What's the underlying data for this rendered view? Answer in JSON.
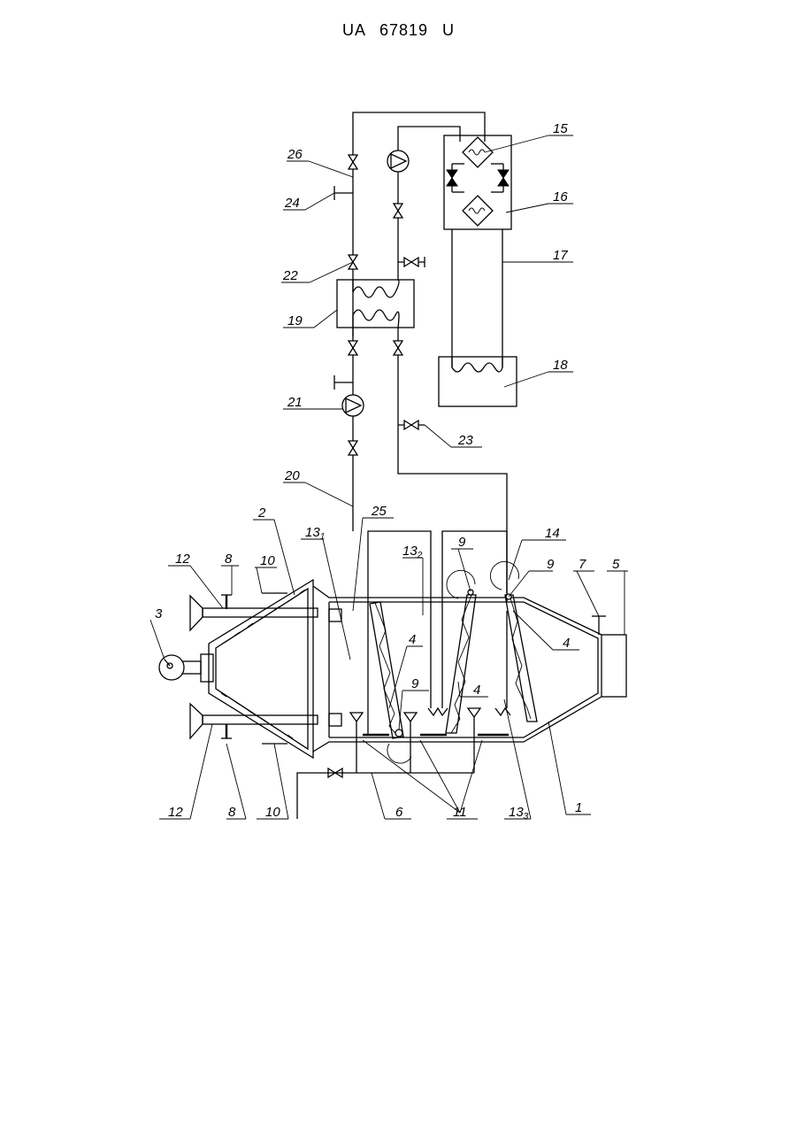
{
  "document": {
    "header": "UA 67819 U"
  },
  "figure": {
    "labels": [
      {
        "id": "l1",
        "text": "1"
      },
      {
        "id": "l2",
        "text": "2"
      },
      {
        "id": "l3",
        "text": "3"
      },
      {
        "id": "l4a",
        "text": "4"
      },
      {
        "id": "l4b",
        "text": "4"
      },
      {
        "id": "l4c",
        "text": "4"
      },
      {
        "id": "l5",
        "text": "5"
      },
      {
        "id": "l6",
        "text": "6"
      },
      {
        "id": "l7",
        "text": "7"
      },
      {
        "id": "l8a",
        "text": "8"
      },
      {
        "id": "l8b",
        "text": "8"
      },
      {
        "id": "l9a",
        "text": "9"
      },
      {
        "id": "l9b",
        "text": "9"
      },
      {
        "id": "l9c",
        "text": "9"
      },
      {
        "id": "l10a",
        "text": "10"
      },
      {
        "id": "l10b",
        "text": "10"
      },
      {
        "id": "l11",
        "text": "11"
      },
      {
        "id": "l12a",
        "text": "12"
      },
      {
        "id": "l12b",
        "text": "12"
      },
      {
        "id": "l13_1",
        "text": "13",
        "sub": "1"
      },
      {
        "id": "l13_2",
        "text": "13",
        "sub": "2"
      },
      {
        "id": "l13_3",
        "text": "13",
        "sub": "3"
      },
      {
        "id": "l14",
        "text": "14"
      },
      {
        "id": "l15",
        "text": "15"
      },
      {
        "id": "l16",
        "text": "16"
      },
      {
        "id": "l17",
        "text": "17"
      },
      {
        "id": "l18",
        "text": "18"
      },
      {
        "id": "l19",
        "text": "19"
      },
      {
        "id": "l20",
        "text": "20"
      },
      {
        "id": "l21",
        "text": "21"
      },
      {
        "id": "l22",
        "text": "22"
      },
      {
        "id": "l23",
        "text": "23"
      },
      {
        "id": "l24",
        "text": "24"
      },
      {
        "id": "l25",
        "text": "25"
      },
      {
        "id": "l26",
        "text": "26"
      }
    ]
  }
}
